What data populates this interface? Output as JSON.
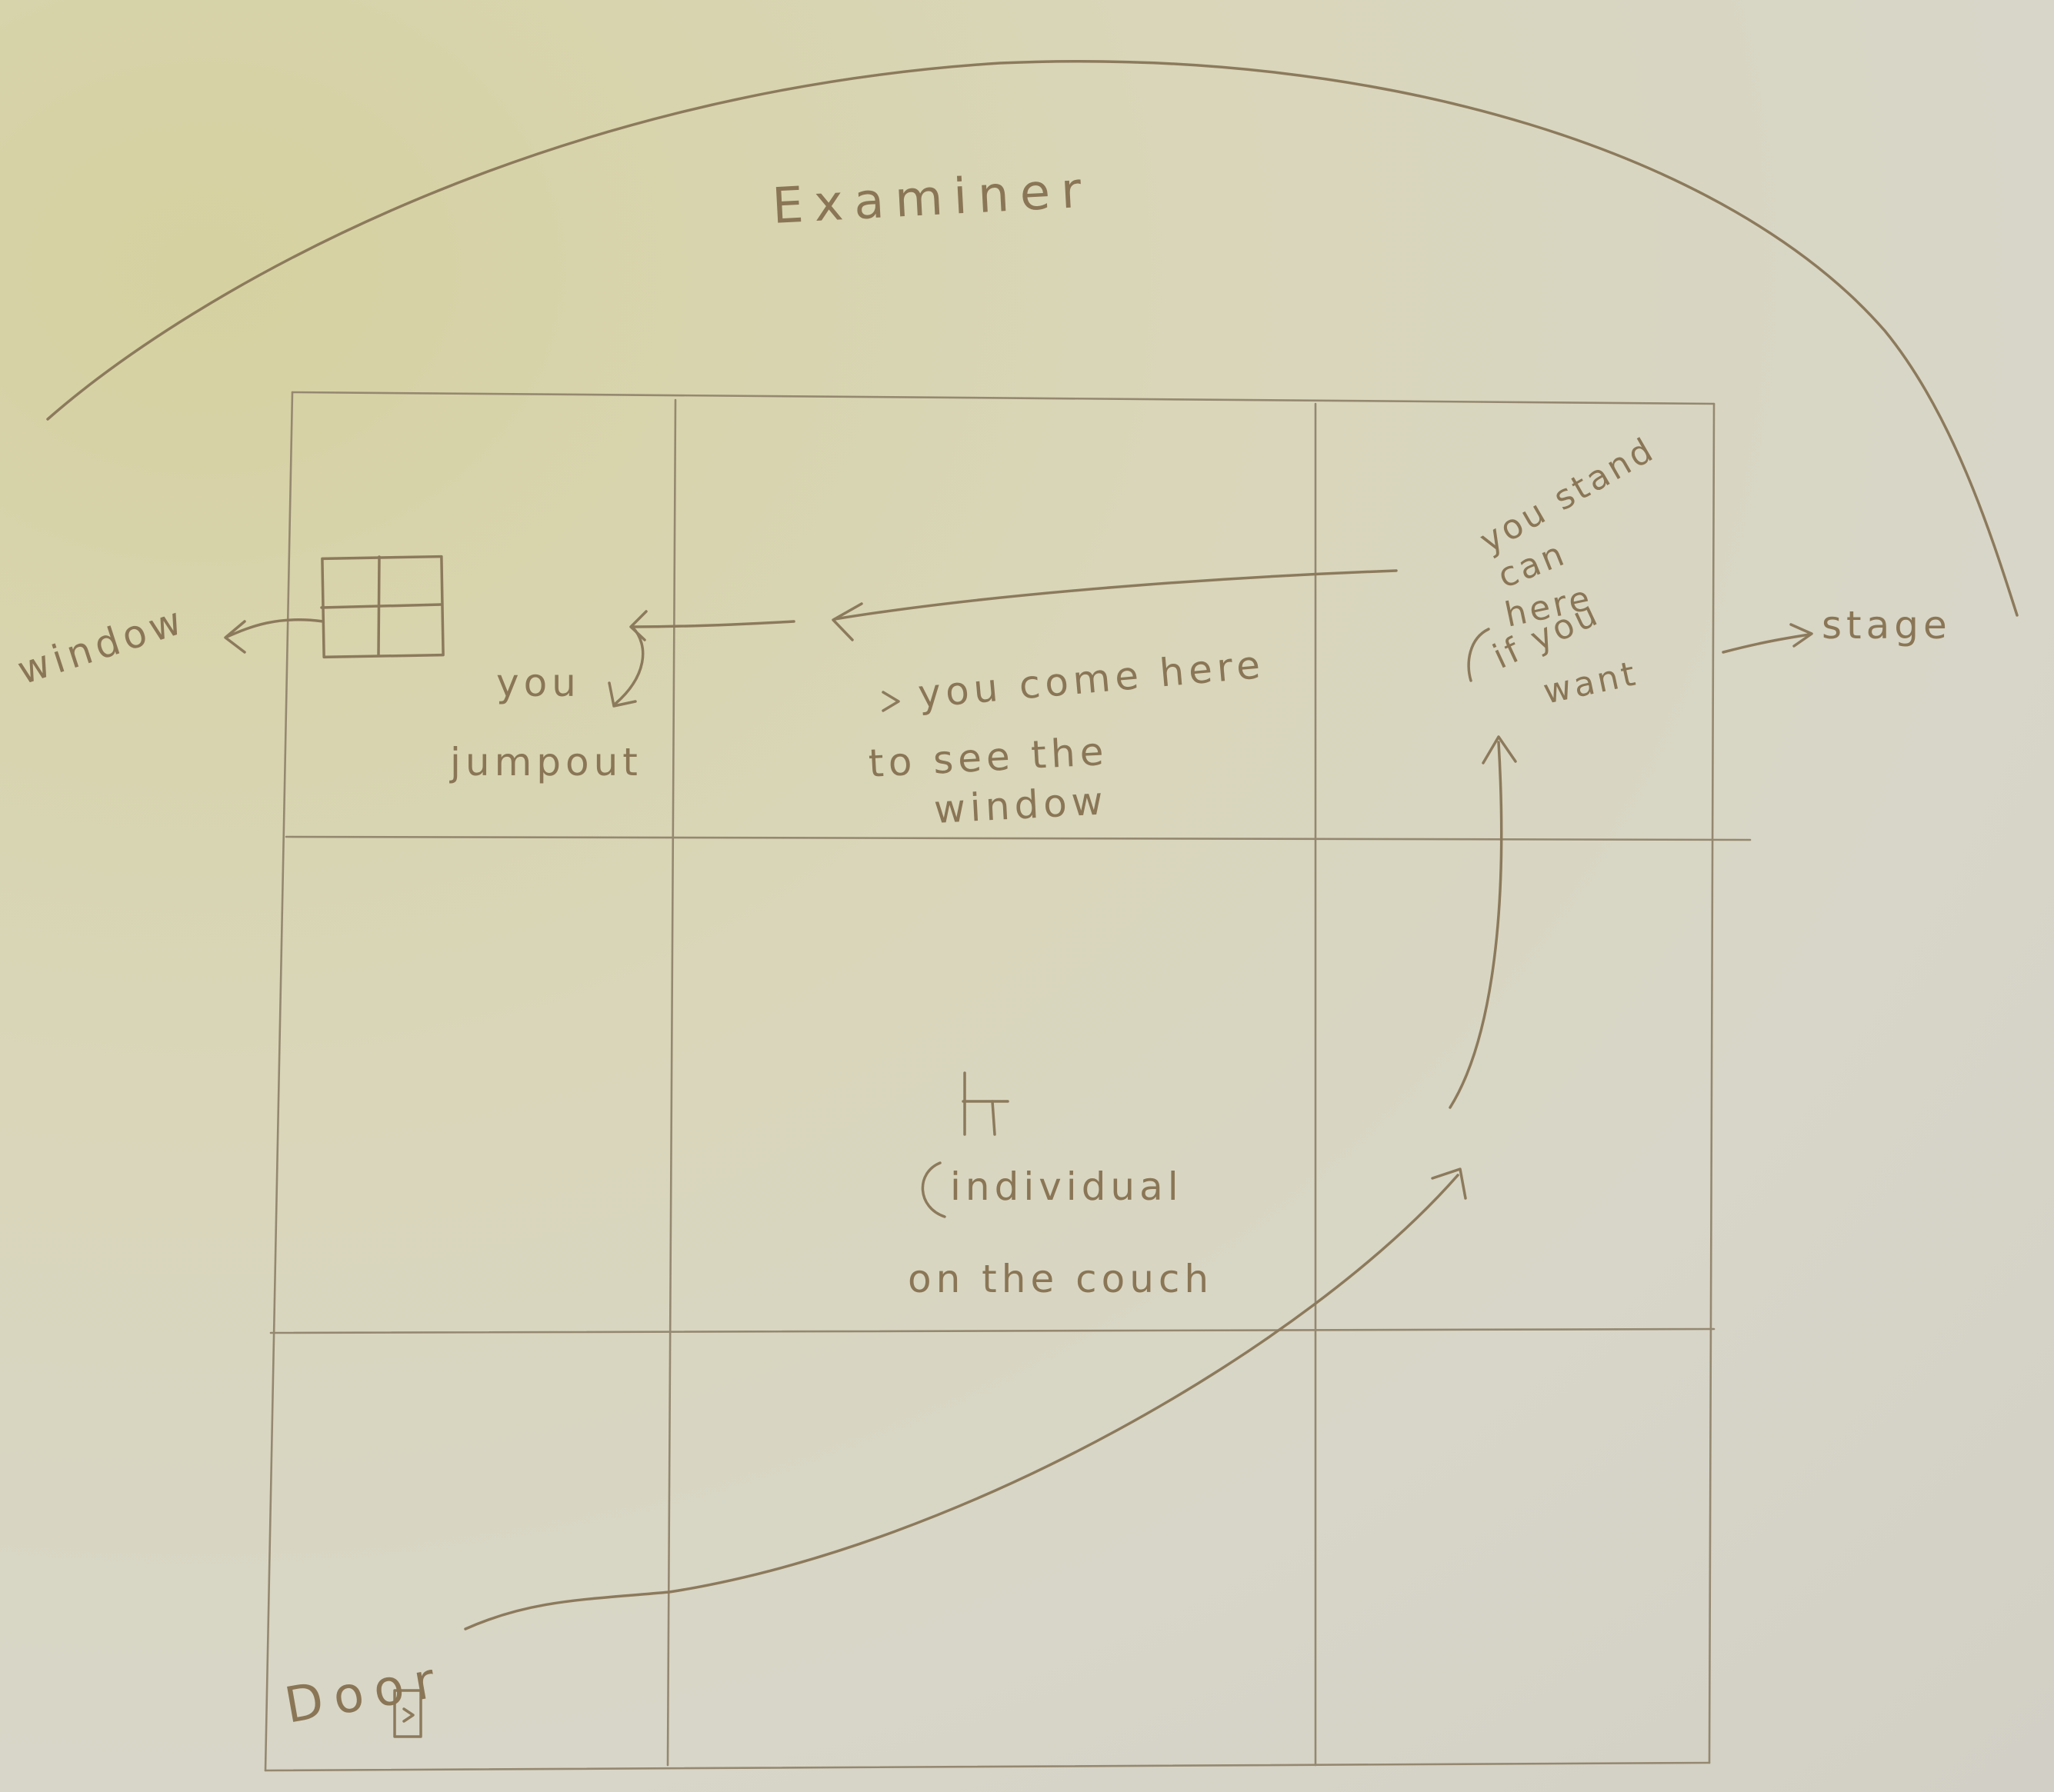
{
  "diagram": {
    "examiner_label": "Examiner",
    "stage_label": "stage",
    "window_label": "window",
    "door_label": "Door",
    "jump_note": {
      "line1": "you",
      "line2": "jumpout"
    },
    "come_note": {
      "line1": "you come here",
      "line2": "to see the",
      "line3": "window"
    },
    "stand_note": {
      "line1": "you stand",
      "line2": "can",
      "line3": "here",
      "line4": "if you",
      "line5": "want"
    },
    "individual_note": {
      "line1": "individual",
      "line2": "on the couch"
    }
  }
}
